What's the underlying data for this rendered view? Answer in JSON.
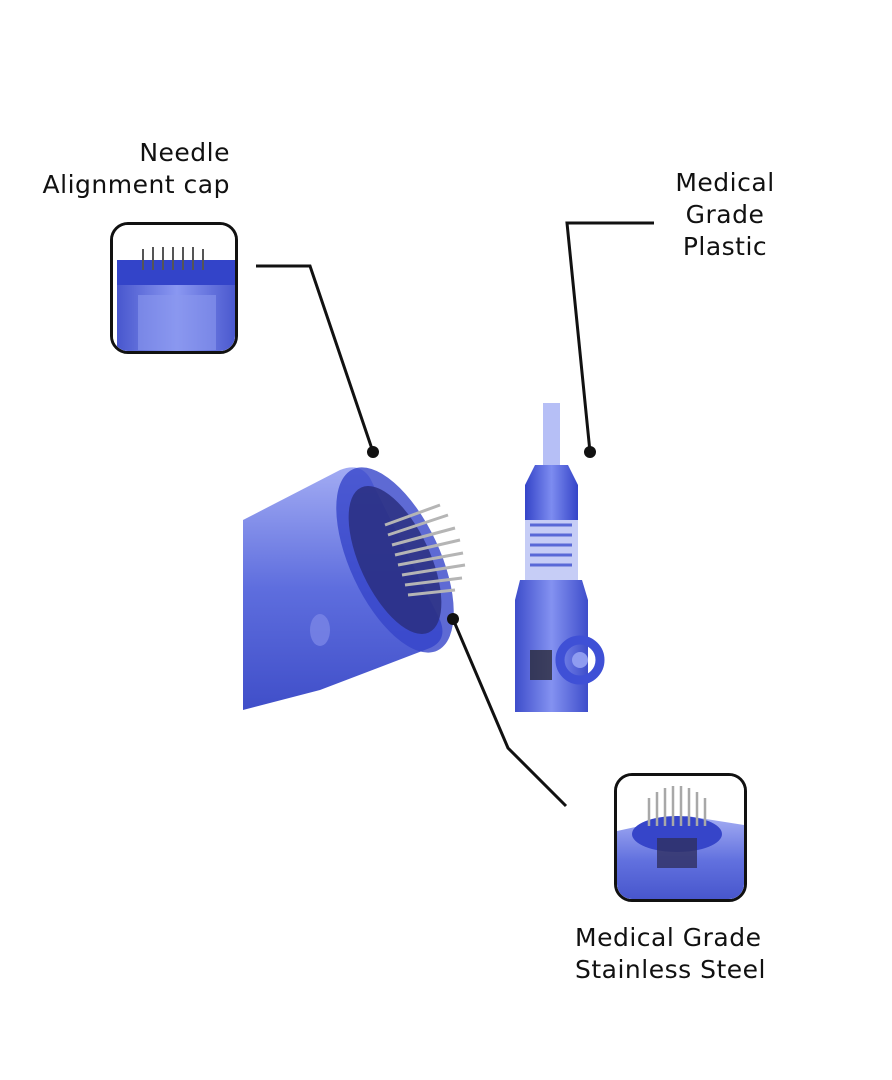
{
  "labels": {
    "alignment_cap": "Needle\nAlignment cap",
    "plastic": "Medical\nGrade\nPlastic",
    "steel": "Medical Grade\nStainless Steel"
  },
  "colors": {
    "plastic_blue": "#3b4fd6",
    "light_blue": "#8f9cf0",
    "steel": "#9a9a9a",
    "leader": "#111111"
  }
}
